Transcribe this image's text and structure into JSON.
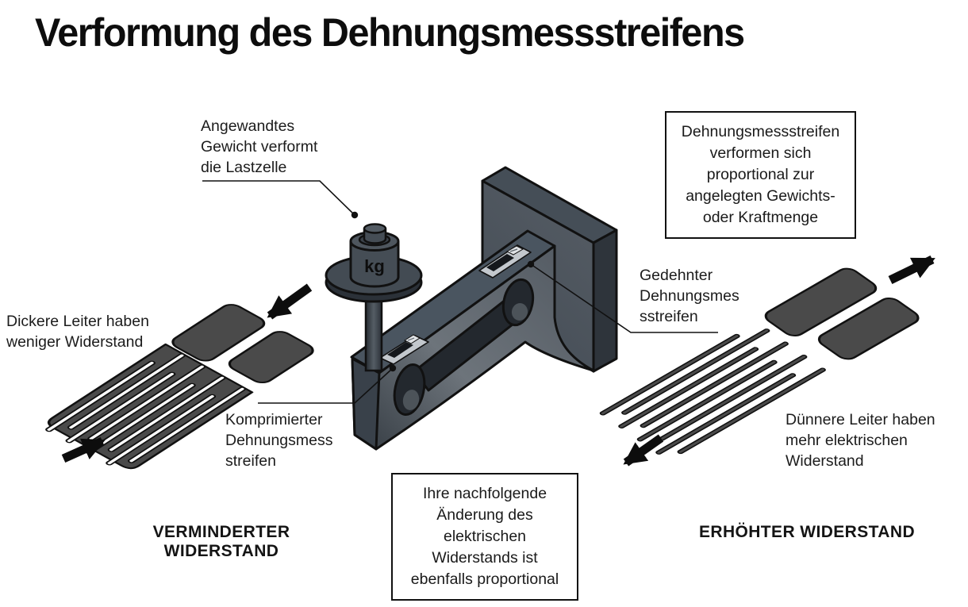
{
  "title": "Verformung des Dehnungsmessstreifens",
  "labels": {
    "applied_weight": "Angewandtes\nGewicht verformt\ndie Lastzelle",
    "thicker_conductors": "Dickere Leiter haben\nweniger Widerstand",
    "compressed_gauge": "Komprimierter\nDehnungsmess\nstreifen",
    "stretched_gauge": "Gedehnter\nDehnungsmes\nsstreifen",
    "thinner_conductors": "Dünnere Leiter haben\nmehr elektrischen\nWiderstand"
  },
  "boxes": {
    "proportional_deformation": "Dehnungsmessstreifen\nverformen sich\nproportional zur\nangelegten Gewichts-\noder Kraftmenge",
    "proportional_resistance": "Ihre nachfolgende\nÄnderung des\nelektrischen\nWiderstands ist\nebenfalls proportional"
  },
  "captions": {
    "left": "VERMINDERTER WIDERSTAND",
    "right": "ERHÖHTER WIDERSTAND"
  },
  "assembly": {
    "weight_label": "kg"
  },
  "colors": {
    "background": "#ffffff",
    "outline": "#111111",
    "text": "#1c1c1c",
    "metal_light": "#757c83",
    "metal_mid": "#4b535c",
    "metal_dark": "#31373d",
    "slot_dark": "#23282e",
    "gauge_grey": "#4a4a4a",
    "arrow_black": "#0d0d0d"
  }
}
